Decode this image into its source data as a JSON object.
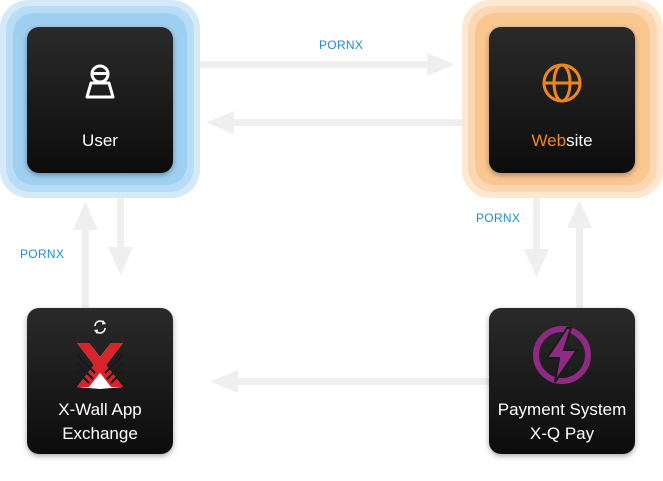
{
  "nodes": {
    "user": {
      "label": "User",
      "icon": "user-icon"
    },
    "website": {
      "label_highlight": "Web",
      "label_rest": "site",
      "icon": "globe-icon"
    },
    "xwall": {
      "line1": "X-Wall App",
      "line2": "Exchange",
      "icon": "x-wall-logo-icon",
      "badge_icon": "refresh-icon"
    },
    "payment": {
      "line1": "Payment System",
      "line2": "X-Q Pay",
      "icon": "lightning-bolt-icon"
    }
  },
  "edges": {
    "user_to_website": "PORNX",
    "website_to_payment": "PORNX",
    "xwall_to_user": "PORNX"
  },
  "colors": {
    "user_glow": "#9fd0f2",
    "website_glow": "#fbc791",
    "accent_orange": "#f0871d",
    "accent_purple": "#8e2a84",
    "edge_label_blue": "#1a8fd1",
    "arrow_gray": "#efefef"
  }
}
